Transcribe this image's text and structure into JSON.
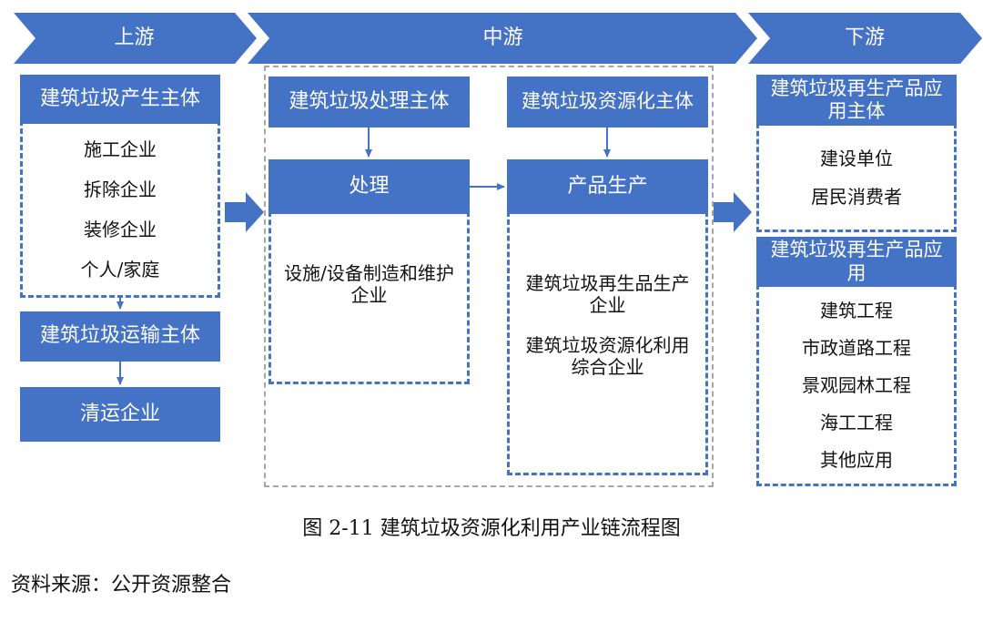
{
  "stages": {
    "upstream": "上游",
    "midstream": "中游",
    "downstream": "下游"
  },
  "upstream": {
    "generator_header": "建筑垃圾产生主体",
    "generator_items": [
      "施工企业",
      "拆除企业",
      "装修企业",
      "个人/家庭"
    ],
    "transport_header": "建筑垃圾运输主体",
    "transport_item": "清运企业"
  },
  "midstream": {
    "processor_header": "建筑垃圾处理主体",
    "process_box": "处理",
    "process_items": [
      "设施/设备制造和维护",
      "企业"
    ],
    "recycler_header": "建筑垃圾资源化主体",
    "production_box": "产品生产",
    "production_items": [
      "建筑垃圾再生品生产",
      "企业",
      "建筑垃圾资源化利用",
      "综合企业"
    ]
  },
  "downstream": {
    "users_header": "建筑垃圾再生产品应用主体",
    "users_items": [
      "建设单位",
      "居民消费者"
    ],
    "apps_header": "建筑垃圾再生产品应用",
    "apps_items": [
      "建筑工程",
      "市政道路工程",
      "景观园林工程",
      "海工工程",
      "其他应用"
    ]
  },
  "caption": "图 2-11  建筑垃圾资源化利用产业链流程图",
  "source": "资料来源：公开资源整合",
  "colors": {
    "accent": "#4472c4",
    "gray_border": "#a6a6a6"
  }
}
